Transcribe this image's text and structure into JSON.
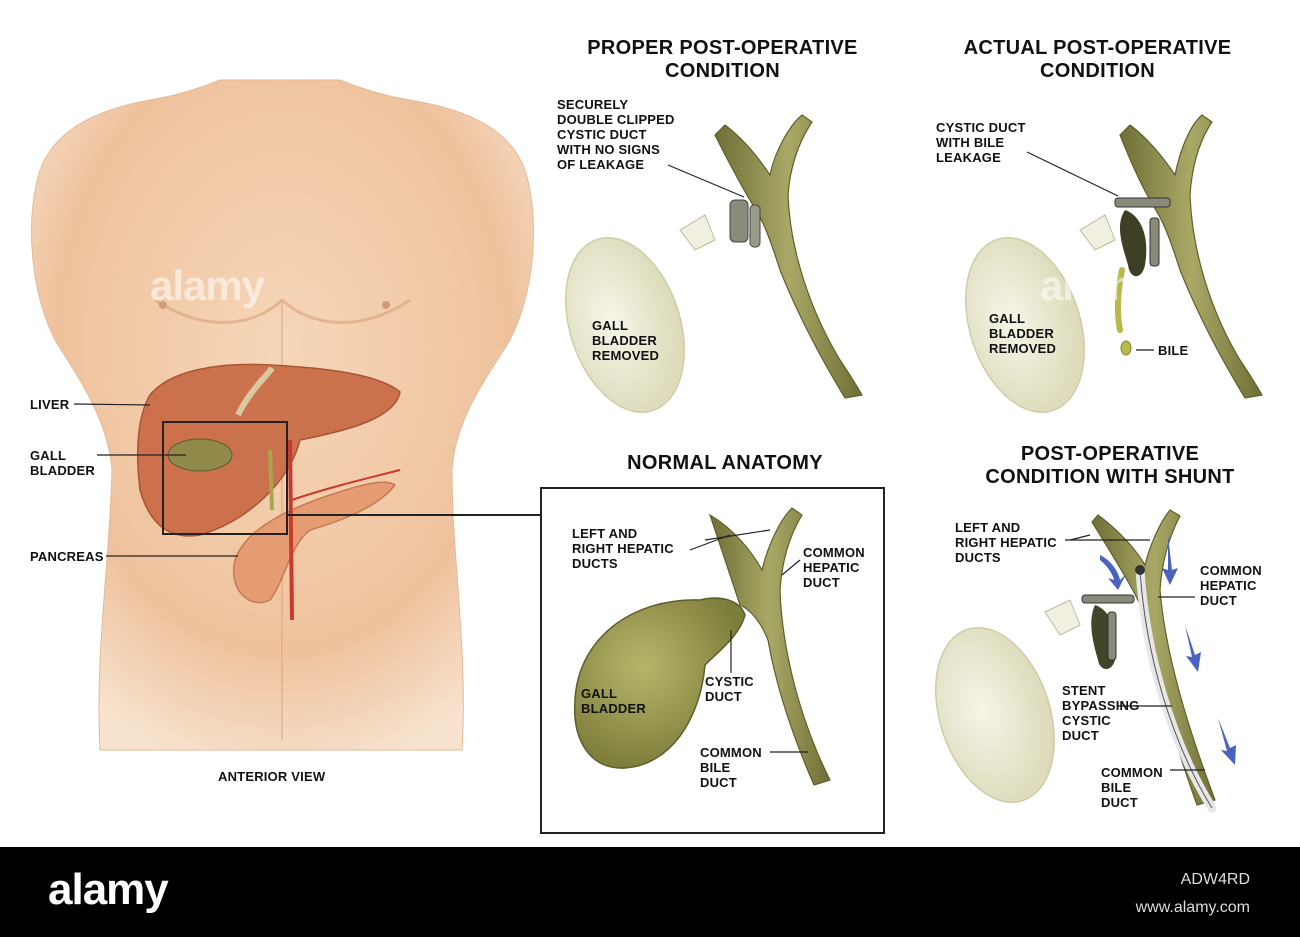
{
  "titles": {
    "proper": "PROPER POST-OPERATIVE\nCONDITION",
    "actual": "ACTUAL POST-OPERATIVE\nCONDITION",
    "normal": "NORMAL ANATOMY",
    "shunt": "POST-OPERATIVE\nCONDITION WITH SHUNT"
  },
  "torso_labels": {
    "liver": "LIVER",
    "gall_bladder": "GALL\nBLADDER",
    "pancreas": "PANCREAS",
    "view": "ANTERIOR VIEW"
  },
  "proper_labels": {
    "clip_note": "SECURELY\nDOUBLE CLIPPED\nCYSTIC DUCT\nWITH NO SIGNS\nOF LEAKAGE",
    "gb_removed": "GALL\nBLADDER\nREMOVED"
  },
  "actual_labels": {
    "leak_note": "CYSTIC DUCT\nWITH BILE\nLEAKAGE",
    "gb_removed": "GALL\nBLADDER\nREMOVED",
    "bile": "BILE"
  },
  "normal_labels": {
    "hepatic_ducts": "LEFT AND\nRIGHT HEPATIC\nDUCTS",
    "common_hepatic": "COMMON\nHEPATIC\nDUCT",
    "gall_bladder": "GALL\nBLADDER",
    "cystic": "CYSTIC\nDUCT",
    "common_bile": "COMMON\nBILE\nDUCT"
  },
  "shunt_labels": {
    "hepatic_ducts": "LEFT AND\nRIGHT HEPATIC\nDUCTS",
    "common_hepatic": "COMMON\nHEPATIC\nDUCT",
    "stent": "STENT\nBYPASSING\nCYSTIC\nDUCT",
    "common_bile": "COMMON\nBILE\nDUCT"
  },
  "watermarks": [
    "alamy",
    "alamy"
  ],
  "footer": {
    "logo": "alamy",
    "image_id": "ADW4RD",
    "url": "www.alamy.com"
  },
  "colors": {
    "skin": "#f1c9a6",
    "liver": "#c9633f",
    "duct": "#8f8f4a",
    "gallbladder_removed": "#ebe9d2",
    "gallbladder_normal": "#9a9a4e",
    "bile": "#b9b84a",
    "arrow_blue": "#4a62c0"
  }
}
